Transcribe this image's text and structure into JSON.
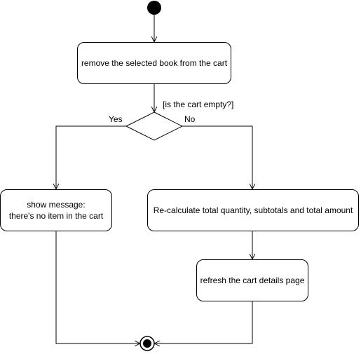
{
  "nodes": {
    "remove": "remove the selected book from the cart",
    "show_message": {
      "line1": "show message:",
      "line2": "there's no item in the cart"
    },
    "recalculate": "Re-calculate total quantity, subtotals and total amount",
    "refresh": "refresh the cart details page"
  },
  "decision": {
    "guard": "[is the cart empty?]",
    "yes": "Yes",
    "no": "No"
  },
  "colors": {
    "stroke": "#000000",
    "fill": "#ffffff"
  }
}
